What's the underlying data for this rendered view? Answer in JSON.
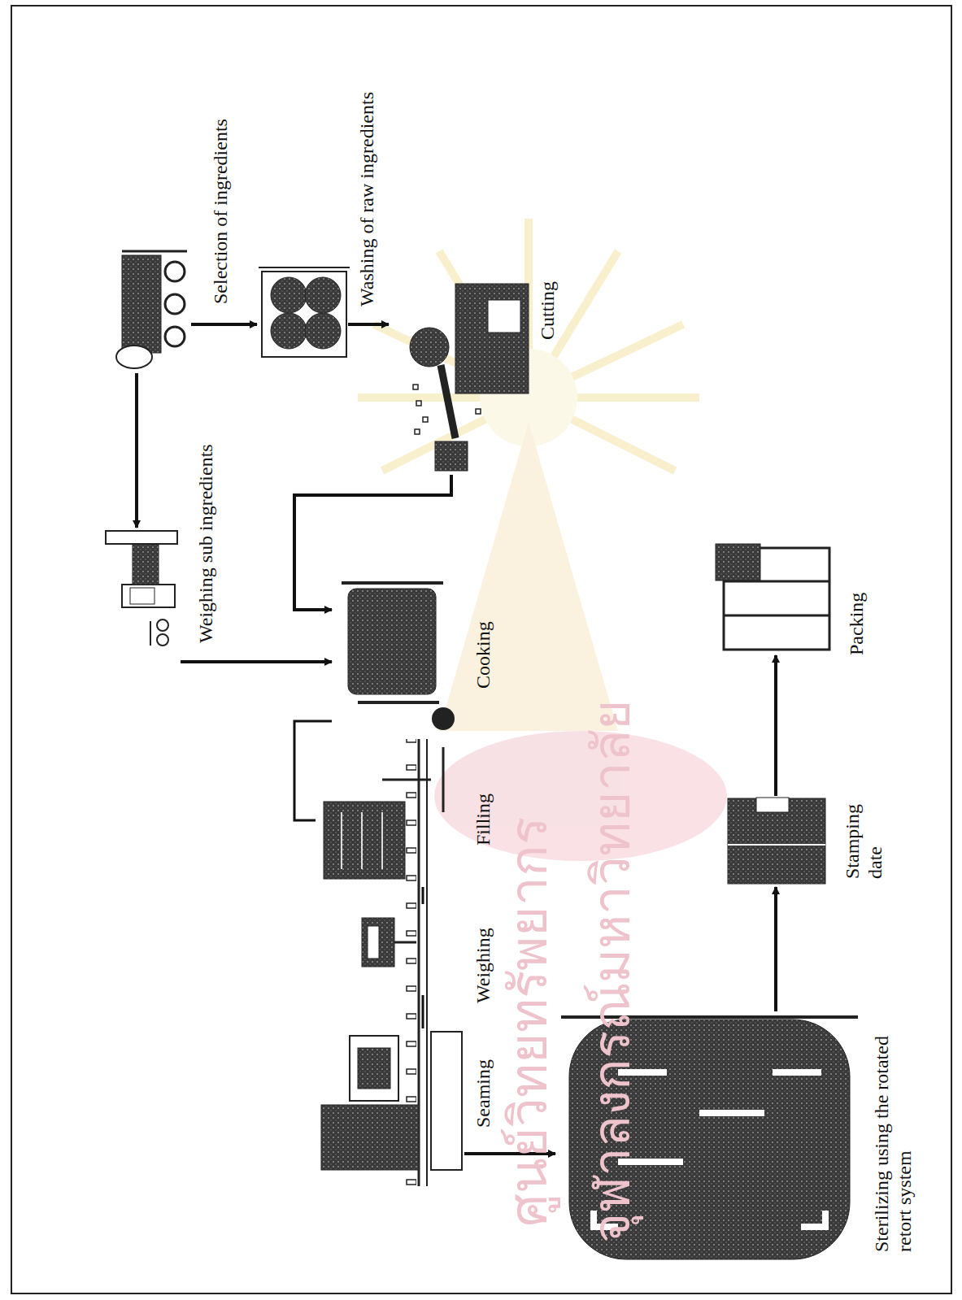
{
  "diagram": {
    "nodes": [
      {
        "text": [
          "Selection of ingredients"
        ]
      },
      {
        "text": [
          "Weighing sub ingredients"
        ]
      },
      {
        "text": [
          "Washing of raw ingredients"
        ]
      },
      {
        "text": [
          "Cutting"
        ]
      },
      {
        "text": [
          "Cooking"
        ]
      },
      {
        "text": [
          "Filling"
        ]
      },
      {
        "text": [
          "Weighing"
        ]
      },
      {
        "text": [
          "Seaming"
        ]
      },
      {
        "text": [
          "Sterilizing using the rotated retort system"
        ]
      },
      {
        "text": [
          "Stamping date"
        ]
      },
      {
        "text": [
          "Packing"
        ]
      }
    ],
    "edges": [
      {
        "from": 0,
        "to": 1,
        "arrow": "to"
      },
      {
        "from": 0,
        "to": 2,
        "arrow": "to"
      },
      {
        "from": 2,
        "to": 3,
        "arrow": "to"
      },
      {
        "from": 3,
        "to": 4,
        "arrow": "to"
      },
      {
        "from": 1,
        "to": 4,
        "arrow": "to"
      },
      {
        "from": 4,
        "to": 5,
        "arrow": "none"
      },
      {
        "from": 5,
        "to": 6,
        "arrow": "none"
      },
      {
        "from": 6,
        "to": 7,
        "arrow": "none"
      },
      {
        "from": 7,
        "to": 8,
        "arrow": "to"
      },
      {
        "from": 8,
        "to": 9,
        "arrow": "to"
      },
      {
        "from": 9,
        "to": 10,
        "arrow": "to"
      }
    ],
    "labels": [
      "ศูนย์วิทยทรัพยากร",
      "จุฬาลงกรณ์มหาวิทยาลัย"
    ]
  }
}
